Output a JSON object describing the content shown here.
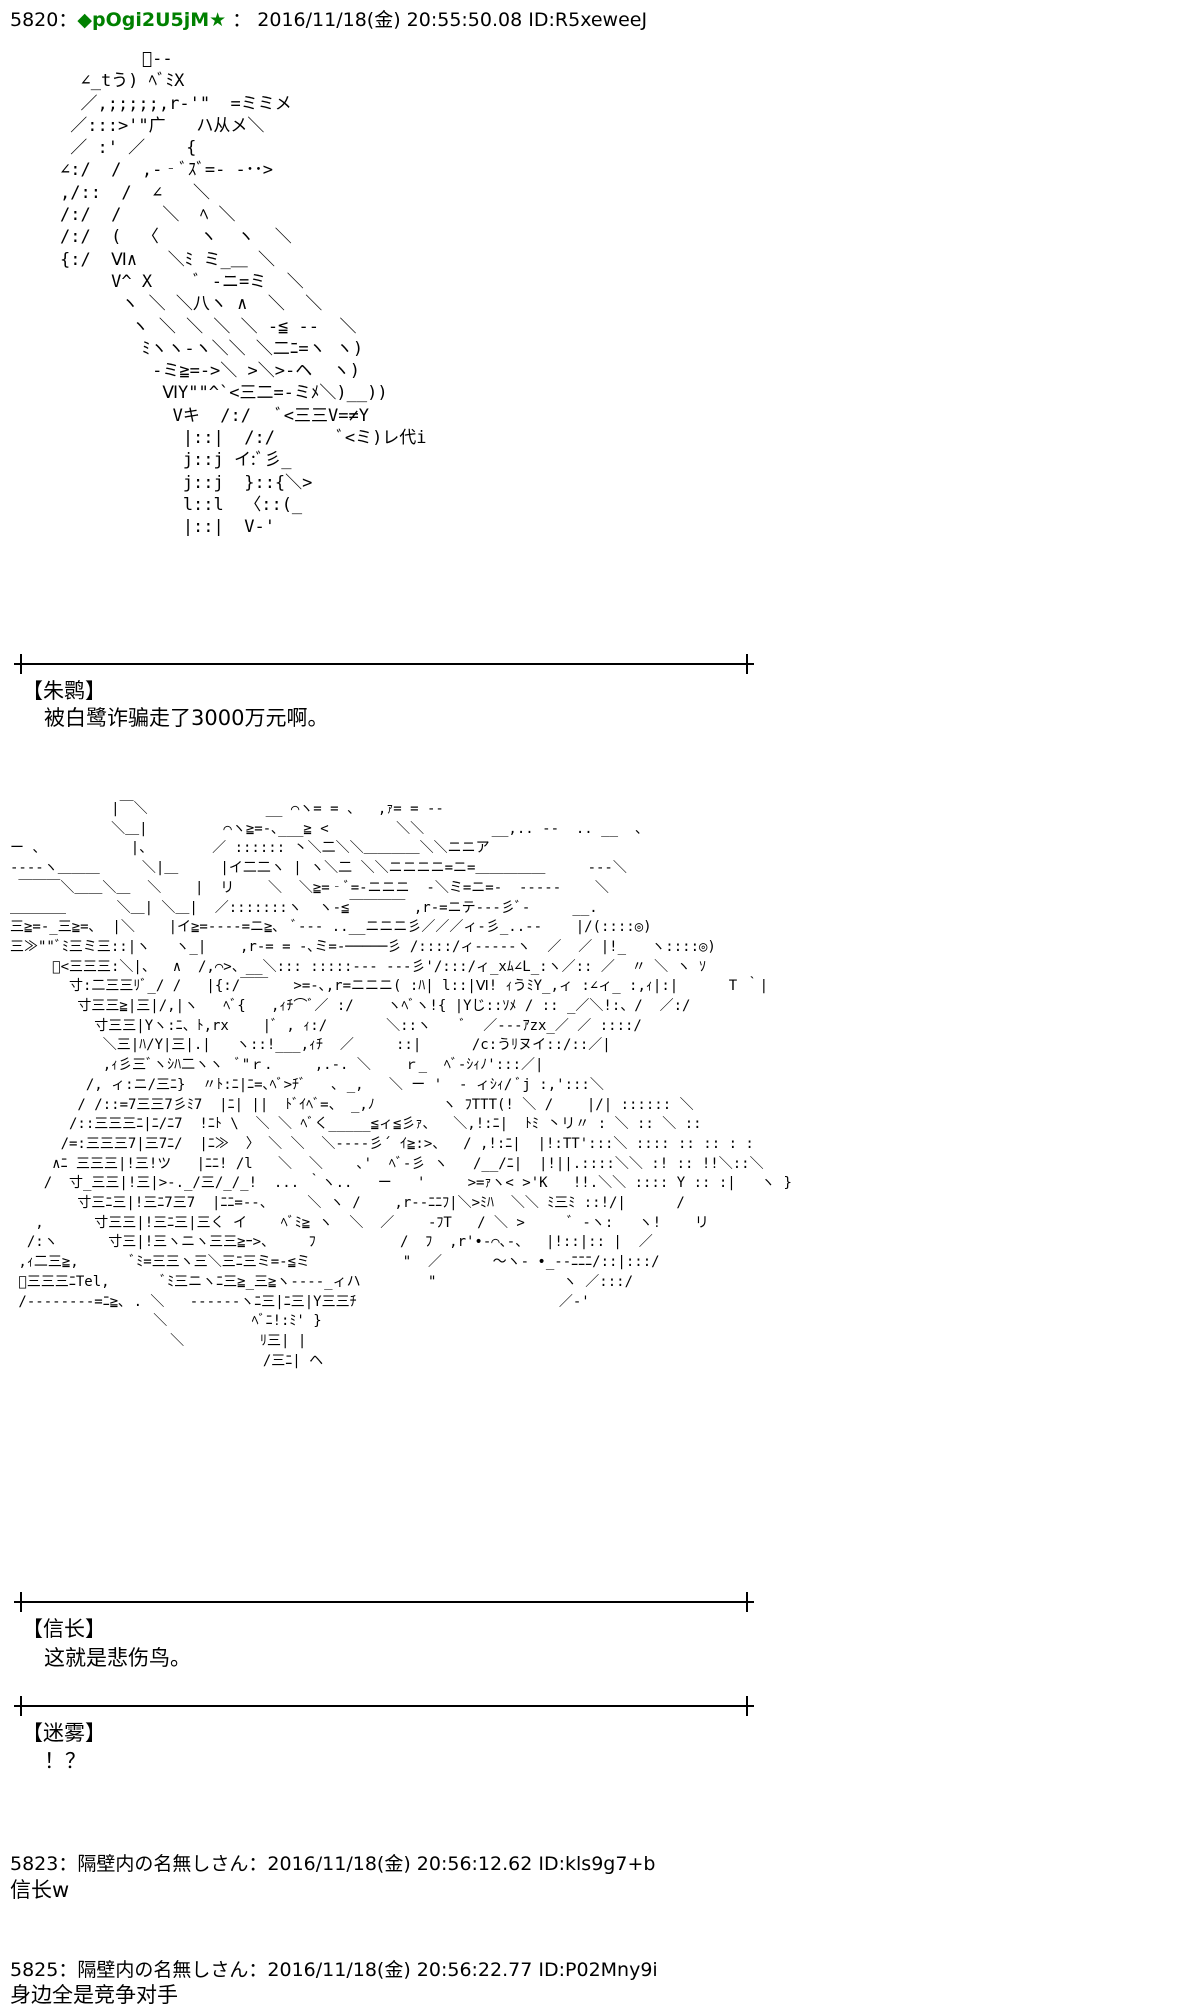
{
  "post1": {
    "number": "5820",
    "separator": "：",
    "name": "◆pOgi2U5jM★",
    "separator2": " ：",
    "datetime": "2016/11/18(金) 20:55:50.08",
    "id": "ID:R5xeweeJ"
  },
  "art1": "        ﾞ--\n  ∠_tう) ﾍﾞﾐX\n  ／,;;;;;,r‐'\"  =ミミメ\n ／:::>'\"广   ハ从メ＼\n ／ :' ／    {\n∠:/  /  ,-‐ﾞｽﾞ=‐ -･･>\n,/::  /  ∠   ＼\n/:/  /    ＼  ﾍ ＼\n/:/  (  〈    ヽ  ヽ  ＼\n{:/  Ⅵ∧   ＼ﾐ ミ_＿ ＼\n     V^ X    ﾞ ‐ニ=ミ  ＼\n      ヽ ＼ ＼八ヽ ∧  ＼  ＼\n       ヽ ＼ ＼ ＼ ＼ ‐≦ ‐-  ＼\n        ﾐヽヽ‐ヽ＼＼ ＼二ﾆ=ヽ ヽ)\n         ‐ミ≧=‐>＼ >＼>‐ヘ  ヽ)\n          ⅥY\"\"^`<三二=‐ミﾒ＼)__))\n           Vキ  /:/   ﾞ<三三V=≠Y\n            |::|  /:/      ﾞ<ミ)レ代i\n            j::j イ:ﾞ彡_\n            j::j  }::{＼>\n            l::l  〈::(_\n            |::|  V‐'",
  "divider_label": "",
  "speaker1": "【朱鹮】",
  "line1": "被白鹭诈骗走了3000万元啊。",
  "art2": "            |￣＼              __ ⌒ヽ= = 、  ,ｧ= = ‐-\n            ＼＿|         ⌒ヽ≧=‐､___≧ <        ＼＼        __,.. --  .. __  、\nー 、          |、       ／ :::::: 丶＼二＼＼＿＿＿＿＼＼ニニア\n‐‐‐‐ヽ＿＿＿     ＼|＿     |イ二二ヽ | ヽ＼二 ＼＼ニニニニ=ニ=＿＿＿＿＿     ‐‐‐＼\n ￣￣￣＼＿＿＼＿  ＼    |  リ    ＼  ＼≧=‐ﾞ=‐ニニニ  ‐＼ミ=ニ=‐  ‐‐‐‐‐    ＼\n＿＿＿＿      ＼＿| ＼＿|  ／:::::::ヽ  ヽ-≦￣￣￣￣ ,r‐=ニテ‐‐‐彡ﾞ‐     __.\n三≧=‐_三≧=､  |＼    |イ≧=‐‐‐‐=ニ≧､  ﾞ‐-‐ ..__ニニニ彡／／／ィ-彡_..‐-    |/(::::◎)\n三≫\"\"ﾞﾐ三ミ三::|ヽ   ヽ_|    ,r‐= = ‐､ミ=‐─────彡 /::::/ィ--‐‐‐ヽ  ／  ／ |!_   ヽ::::◎)\n     ﾞ<三三三:＼|、  ∧  /,⌒>、__＼::: :::::‐‐‐ ‐‐‐彡'/:::/ィ_xﾑ∠L_:ヽ／:: ／  〃 ＼ ヽ ｿ\n       寸:二三三ﾘﾞ_/ /   |{:/￣￣   >=‐､,r=ニニニ( :ﾊ| l::|Ⅵ! ｨうﾐY_,ィ :∠ィ_ :,ｨ|:|      T ｀|\n        寸三三≧|三|/,|ヽ   ﾍﾞ{   ,ｨﾁ⌒ﾞ／ :/    ヽﾍﾞヽ!{ |Yじ::ｿﾒ / :: _／＼!:、/  ／:/\n          寸三三|Yヽ:ﾆ、ﾄ,rx    |ﾞ , ｨ:/       ＼::ヽ    ﾞ  ／‐‐‐ｱzx_／ ／ ::::/\n           ＼三|ﾊ/Y|三|.|   ヽ::!___,ｨﾁ  ／     ::|      /c:うﾘヌイ::/::／|\n           ,ｨ彡三ﾞヽｼﾊ二ヽヽ  ﾞ\"ｒ.     ,.‐. ＼    ｒ_  ﾍﾞ‐ｼｨﾉ':::／|\n         /, ィ:ニ/三ﾆ}  〃ﾄ:ﾆ|ﾆ=､ﾍﾞ>ﾁﾞ   ､ _,   ＼ ー '  ‐ ィｼｨ/ ﾞj :,':::＼\n        / /::=7三三7彡ﾐ7  |ﾆ| ||  ﾄﾞｲﾍﾞ=、 _,ﾉ        ヽ ﾌTTT(! ＼ /    |/| :::::: ＼\n       /::三三三ﾆ|ﾆ/ﾆ7  !ﾆﾄ \\  ＼ ＼ ﾍﾞく_____≦ィ≦彡ｧ、  ＼,!:ﾆ|  ﾄﾐ 丶リ〃 : ＼ :: ＼ ::\n      /=:三三三7|三7ﾆ/  |ﾆ≫  〉 ＼ ＼  ＼‐‐‐‐彡´ ｲ≧:>、  / ,!:ﾆ|  |!:TT':::＼ :::: :: :: : :\n     ∧ﾆ 三三三|!三!ツ   |ﾆﾆ! /l   ＼  ＼    ､'  ﾍﾞ‐彡 ヽ   /__/ﾆ|  |!||.::::＼＼ :! :: !!＼::＼\n    /  寸_三三|!三|>‐._/三/_/_!  ... ｀ヽ..   ー   '     >=ｧヽ< >'K   !!.＼＼ :::: Y :: :|   ヽ }\n        寸三ﾆ三|!三ﾆ7三7  |ﾆﾆ=‐‐、    ＼ ヽ /    ,r‐‐ﾆﾆﾌ|＼>ﾐﾊ  ＼＼ ﾐ三ﾐ ::!/|      /\n   ,      寸三三|!三ﾆ三|三く イ    ﾍﾞﾐ≧ ヽ  ＼  ／    ‐ﾌT   / ＼ >     ﾞ ‐ヽ:   ヽ!    リ\n  /:ヽ      寸三|!三ヽニヽ三三≧ｰ>、    ﾌ          /  ﾌ  ,r'•‐⌒､‐、  |!::|:: |  ／\n ,ｨ二三≧,      ﾞﾐ=三三ヽ三＼三ﾆ三ミ=‐≦ミ           \"  ／      〜ヽ‐ •_‐‐ﾆﾆﾆ/::|:::/\n ﾞ三三三ﾆTel,      ﾞﾐ三ニヽﾆ三≧_三≧ヽ‐‐‐‐_ィハ        \"               ヽ ／:::/\n /‐‐‐‐‐‐‐‐=ﾆ≧､ . ＼   ‐‐‐‐‐‐ヽﾆ三|ﾆ三|Y三三ﾁ                        ／‐'\n                 ＼          ﾍﾞﾆ!:ﾐ' }\n                   ＼         ﾘ三| |\n                              /三ﾆ| ヘ",
  "speaker2": "【信长】",
  "line2": "这就是悲伤鸟。",
  "speaker3": "【迷雾】",
  "line3": "！？",
  "post2": {
    "number": "5823",
    "separator": "：",
    "name": "隔壁内の名無しさん",
    "separator2": "：",
    "datetime": "2016/11/18(金) 20:56:12.62",
    "id": "ID:kls9g7+b",
    "body": "信长w"
  },
  "post3": {
    "number": "5825",
    "separator": "：",
    "name": "隔壁内の名無しさん",
    "separator2": "：",
    "datetime": "2016/11/18(金) 20:56:22.77",
    "id": "ID:P02Mny9i",
    "body": "身边全是竞争对手"
  }
}
